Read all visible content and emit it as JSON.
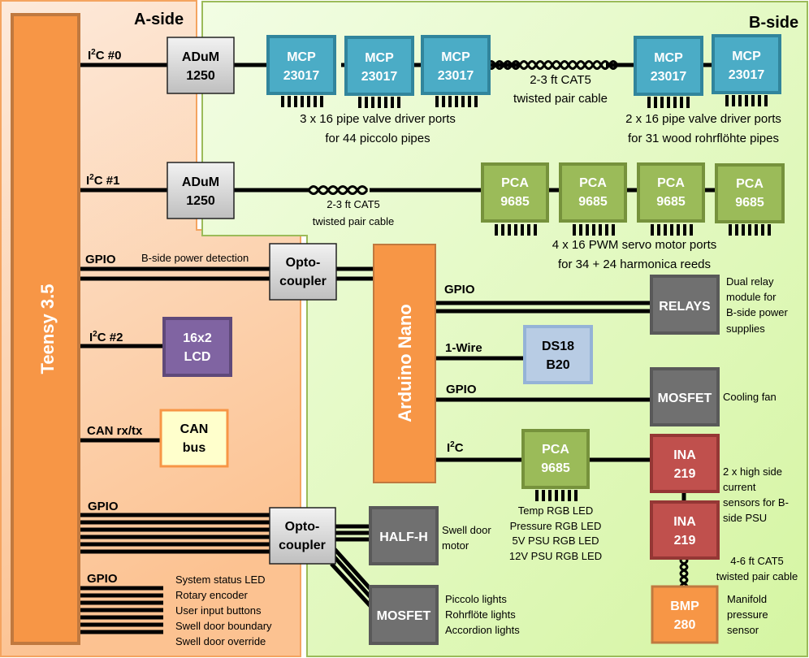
{
  "regions": {
    "a_side": "A-side",
    "b_side": "B-side"
  },
  "colors": {
    "a_side_fill": "#fde4cf",
    "b_side_fill": "#ebf9d7",
    "teensy": "#f79646",
    "mcp": "#4bacc6",
    "pca": "#9bbb59",
    "lcd": "#8064a2",
    "ina": "#c0504d",
    "ds18b20": "#b8cce4",
    "dark_module": "#707070"
  },
  "controllers": {
    "teensy": "Teensy 3.5",
    "nano": "Arduino Nano"
  },
  "bus_labels": {
    "i2c0_prefix": "I",
    "i2c0_sup": "2",
    "i2c0_suffix": "C #0",
    "i2c1_prefix": "I",
    "i2c1_sup": "2",
    "i2c1_suffix": "C #1",
    "i2c2_prefix": "I",
    "i2c2_sup": "2",
    "i2c2_suffix": "C #2",
    "gpio_power": "GPIO",
    "power_detect": "B-side power detection",
    "can": "CAN rx/tx",
    "gpio_opto": "GPIO",
    "gpio_local": "GPIO",
    "nano_gpio_relays": "GPIO",
    "nano_onewire": "1-Wire",
    "nano_gpio_fan": "GPIO",
    "nano_i2c_prefix": "I",
    "nano_i2c_sup": "2",
    "nano_i2c_suffix": "C"
  },
  "modules": {
    "adum0": [
      "ADuM",
      "1250"
    ],
    "adum1": [
      "ADuM",
      "1250"
    ],
    "mcp": [
      [
        "MCP",
        "23017"
      ],
      [
        "MCP",
        "23017"
      ],
      [
        "MCP",
        "23017"
      ],
      [
        "MCP",
        "23017"
      ],
      [
        "MCP",
        "23017"
      ]
    ],
    "pca": [
      [
        "PCA",
        "9685"
      ],
      [
        "PCA",
        "9685"
      ],
      [
        "PCA",
        "9685"
      ],
      [
        "PCA",
        "9685"
      ]
    ],
    "opto_top": [
      "Opto-",
      "coupler"
    ],
    "opto_bottom": [
      "Opto-",
      "coupler"
    ],
    "lcd": [
      "16x2",
      "LCD"
    ],
    "can": [
      "CAN",
      "bus"
    ],
    "relays": "RELAYS",
    "ds18b20": [
      "DS18",
      "B20"
    ],
    "mosfet_fan": "MOSFET",
    "pca_led": [
      "PCA",
      "9685"
    ],
    "ina_top": [
      "INA",
      "219"
    ],
    "ina_bottom": [
      "INA",
      "219"
    ],
    "bmp": [
      "BMP",
      "280"
    ],
    "halfh": "HALF-H",
    "mosfet_lights": "MOSFET"
  },
  "notes": {
    "cable_top": [
      "2-3 ft CAT5",
      "twisted pair cable"
    ],
    "cable_mid": [
      "2-3 ft CAT5",
      "twisted pair cable"
    ],
    "cable_bmp": [
      "4-6 ft CAT5",
      "twisted pair cable"
    ],
    "piccolo": [
      "3 x 16 pipe valve driver ports",
      "for 44 piccolo pipes"
    ],
    "rohrflote": [
      "2 x 16 pipe valve driver ports",
      "for 31 wood rohrflöhte pipes"
    ],
    "harmonica": [
      "4 x 16 PWM servo motor ports",
      "for 34 + 24 harmonica reeds"
    ],
    "relays": [
      "Dual relay",
      "module for",
      "B-side power",
      "supplies"
    ],
    "fan": "Cooling fan",
    "leds": [
      "Temp RGB LED",
      "Pressure RGB LED",
      "5V PSU RGB LED",
      "12V PSU RGB LED"
    ],
    "ina": [
      "2 x high side",
      "current",
      "sensors for B-",
      "side PSU"
    ],
    "bmp": [
      "Manifold",
      "pressure",
      "sensor"
    ],
    "swell": [
      "Swell door",
      "motor"
    ],
    "lights": [
      "Piccolo lights",
      "Rohrflöte lights",
      "Accordion lights"
    ],
    "gpio_local": [
      "System status LED",
      "Rotary encoder",
      "User input buttons",
      "Swell door boundary",
      "Swell door override"
    ]
  }
}
